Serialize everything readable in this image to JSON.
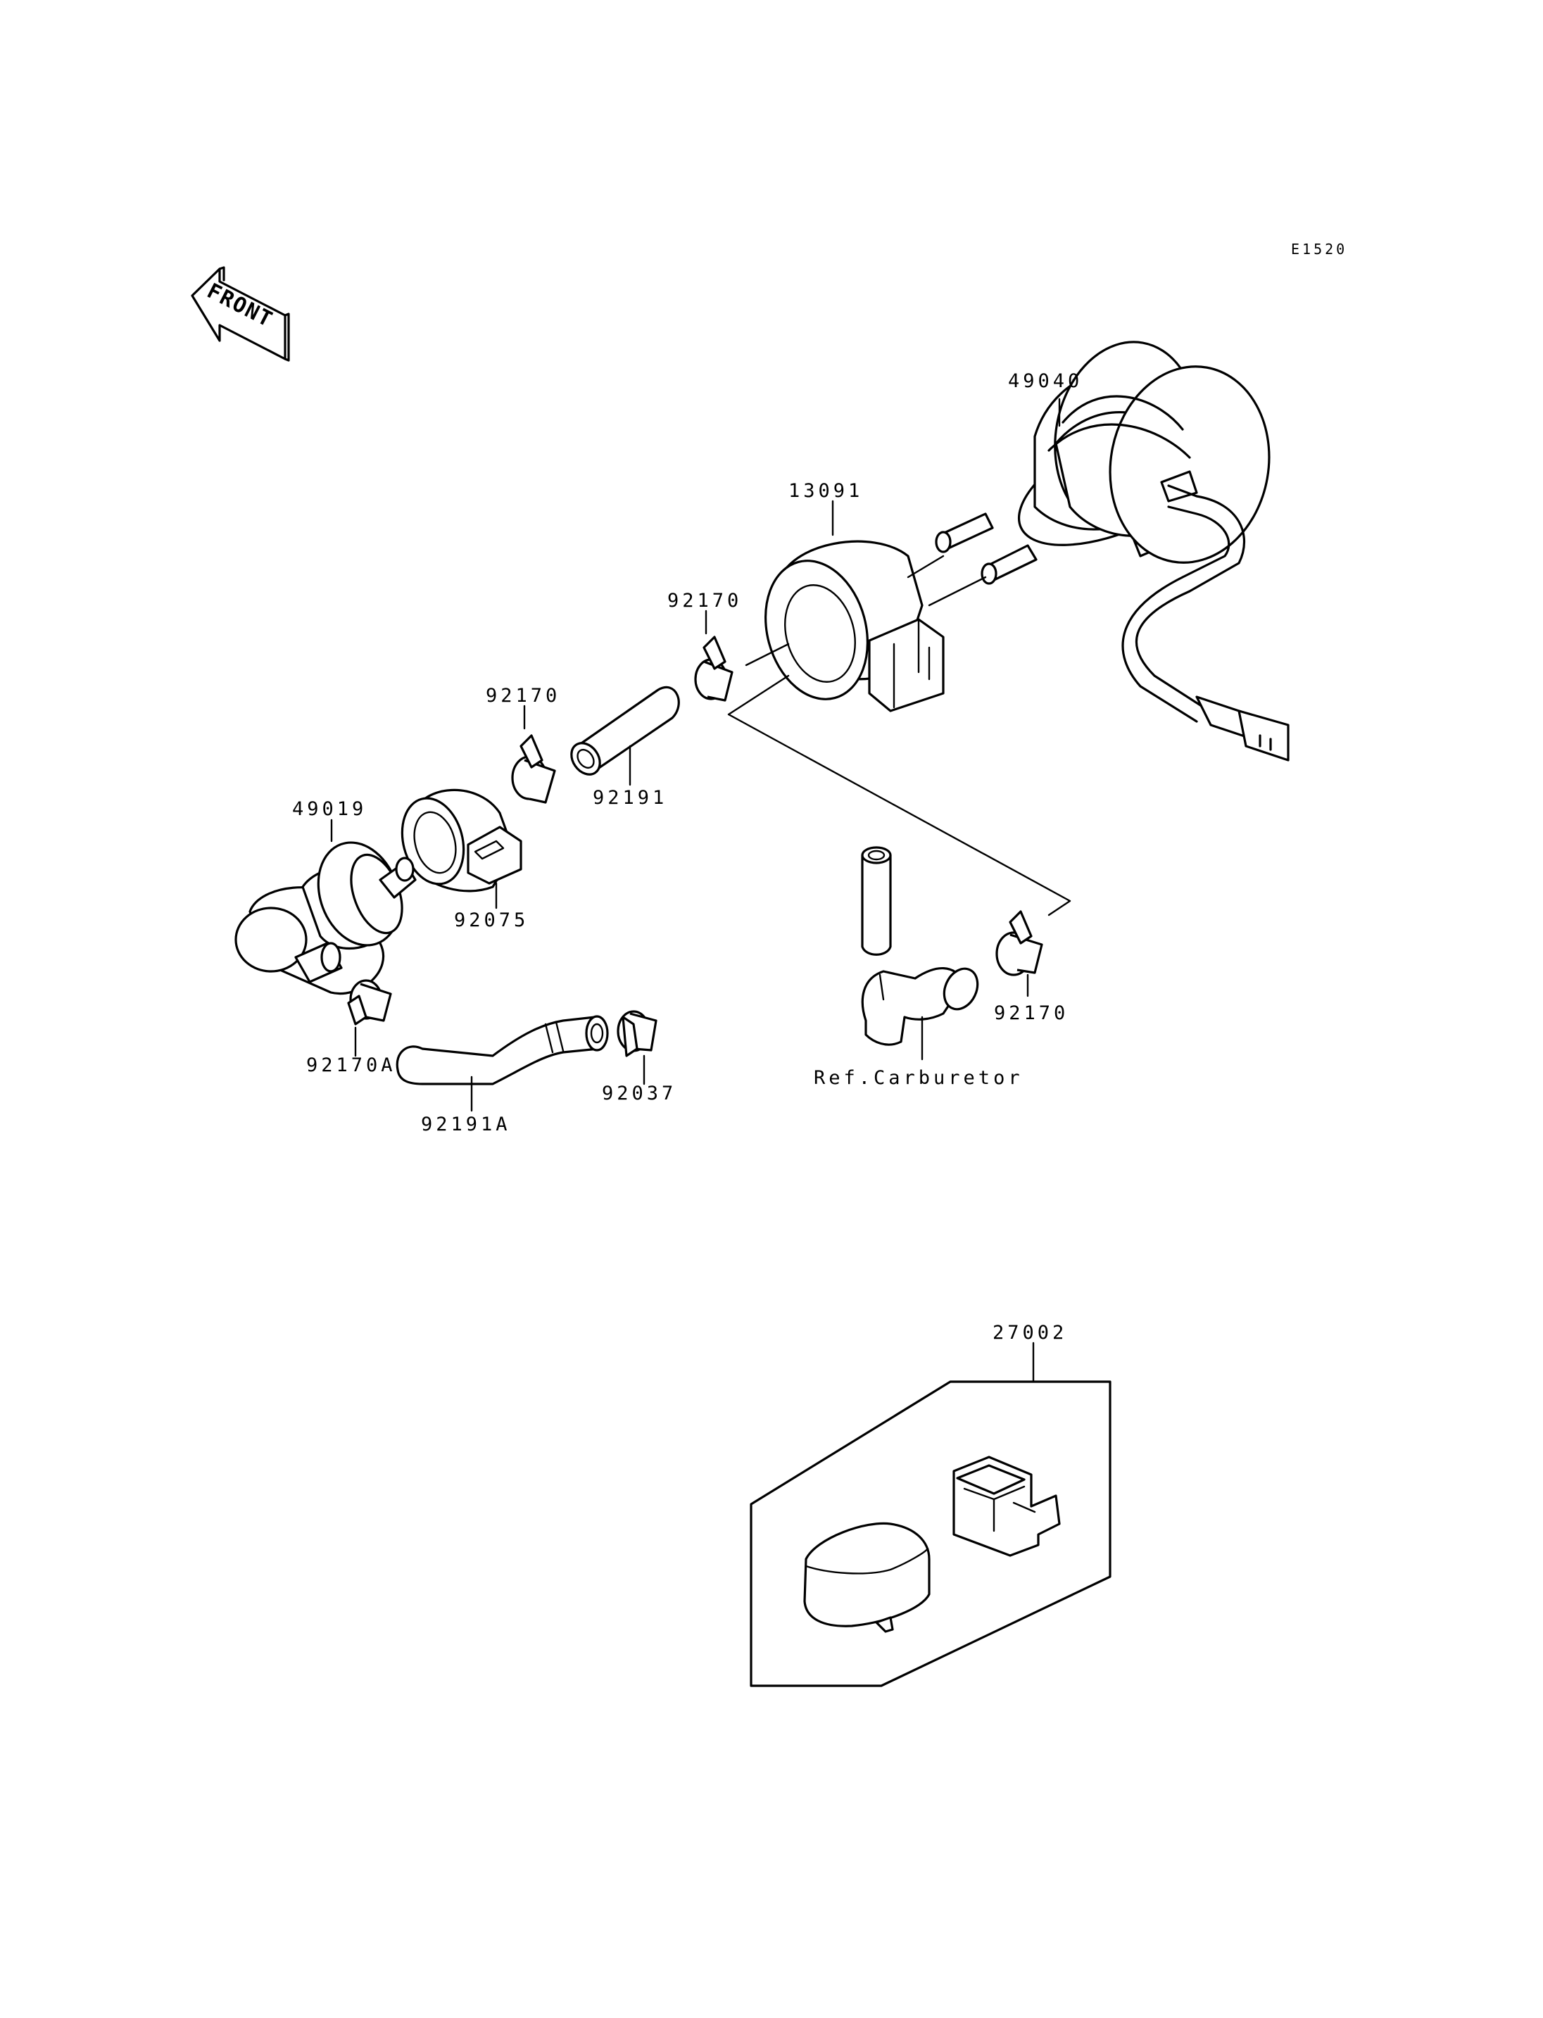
{
  "diagram_code": "E1520",
  "front_arrow_text": "FRONT",
  "parts": {
    "p49040": "49040",
    "p13091": "13091",
    "p92170_top": "92170",
    "p92170_mid": "92170",
    "p92191": "92191",
    "p49019": "49019",
    "p92075": "92075",
    "p92170A": "92170A",
    "p92191A": "92191A",
    "p92037": "92037",
    "p92170_right": "92170",
    "p27002": "27002"
  },
  "ref_note": "Ref.Carburetor"
}
